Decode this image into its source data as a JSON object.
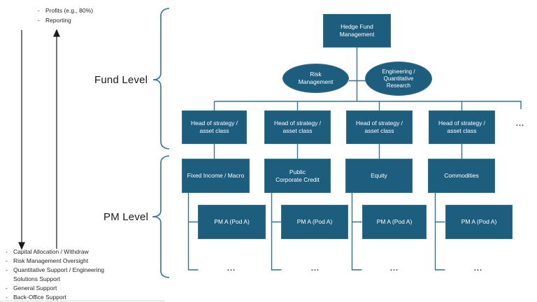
{
  "levels": {
    "fund_label": "Fund Level",
    "pm_label": "PM Level"
  },
  "flows": {
    "upward_bullets": [
      "Profits (e.g., 80%)",
      "Reporting"
    ],
    "downward_bullets": [
      "Capital Allocation / Withdraw",
      "Risk Management Oversight",
      "Quantitative Support / Engineering Solutions Support",
      "General Support",
      "Back-Office Support"
    ]
  },
  "chart": {
    "root": "Hedge Fund\nManagement",
    "risk": "Risk\nManagement",
    "engineering": "Engineering /\nQuantitative\nResearch",
    "head": "Head of strategy /\nasset class",
    "strategies": [
      "Fixed Income / Macro",
      "Public\nCorporate Credit",
      "Equity",
      "Commodities"
    ],
    "pod": "PM A (Pod A)",
    "more": "..."
  },
  "colors": {
    "node_fill": "#1D5E7E",
    "node_text": "#FFFFFF",
    "connector": "#2E7493",
    "brace": "#2E73A3",
    "body_text": "#262626",
    "arrow": "#1a1a1a"
  }
}
